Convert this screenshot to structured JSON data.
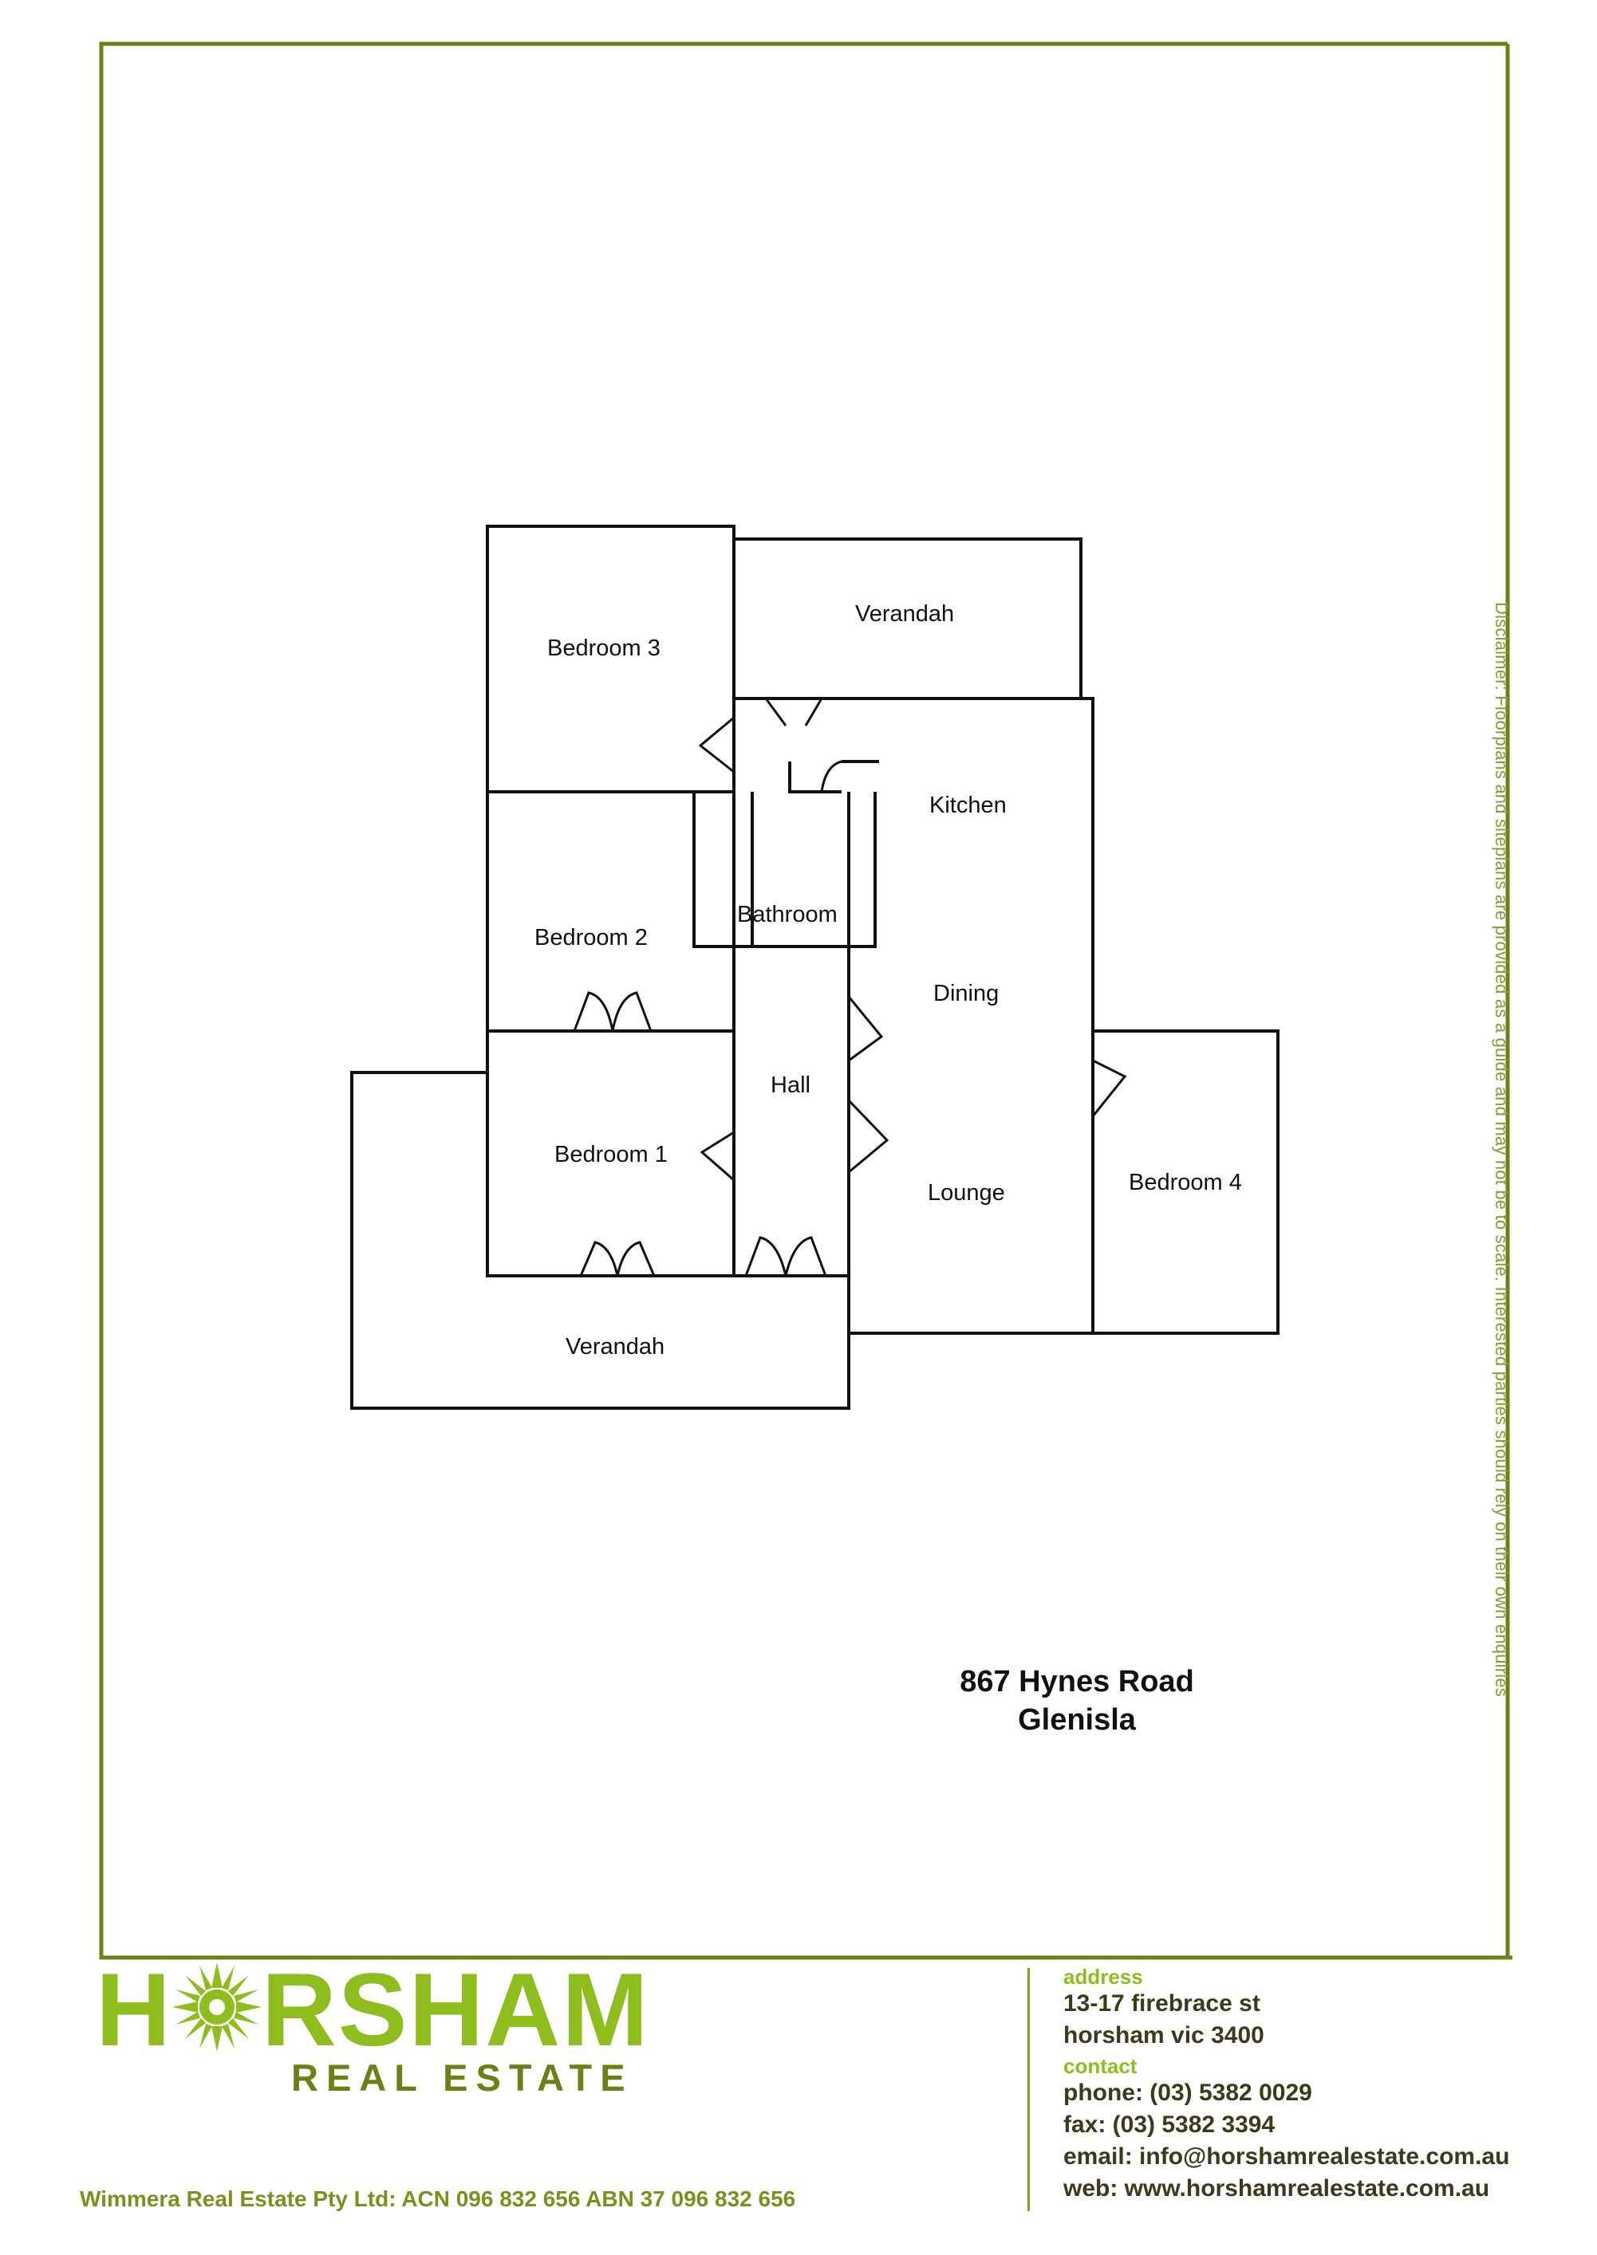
{
  "colors": {
    "frame": "#6f7f16",
    "brand_green": "#8dbe1e",
    "brand_dark_green": "#6f7f16",
    "walls": "#111111"
  },
  "floorplan": {
    "rooms": {
      "bedroom3": "Bedroom 3",
      "verandah_top": "Verandah",
      "kitchen": "Kitchen",
      "bathroom": "Bathroom",
      "bedroom2": "Bedroom 2",
      "dining": "Dining",
      "hall": "Hall",
      "bedroom1": "Bedroom 1",
      "lounge": "Lounge",
      "bedroom4": "Bedroom 4",
      "verandah_bottom": "Verandah"
    }
  },
  "property": {
    "street": "867 Hynes Road",
    "locality": "Glenisla"
  },
  "disclaimer": "Disclaimer: Floorplans and siteplans are provided as a guide and may not be to scale. Interested parties should rely on their own enquiries",
  "logo": {
    "text_before": "H",
    "icon": "sun-icon",
    "text_after": "RSHAM",
    "subtitle": "REAL ESTATE"
  },
  "company_line": "Wimmera Real Estate Pty Ltd:  ACN 096 832 656    ABN  37 096 832 656",
  "contact": {
    "address_label": "address",
    "address_line1": "13-17 firebrace st",
    "address_line2": "horsham  vic  3400",
    "contact_label": "contact",
    "phone": "phone: (03) 5382 0029",
    "fax": "fax: (03) 5382 3394",
    "email": "email: info@horshamrealestate.com.au",
    "web": "web: www.horshamrealestate.com.au"
  }
}
